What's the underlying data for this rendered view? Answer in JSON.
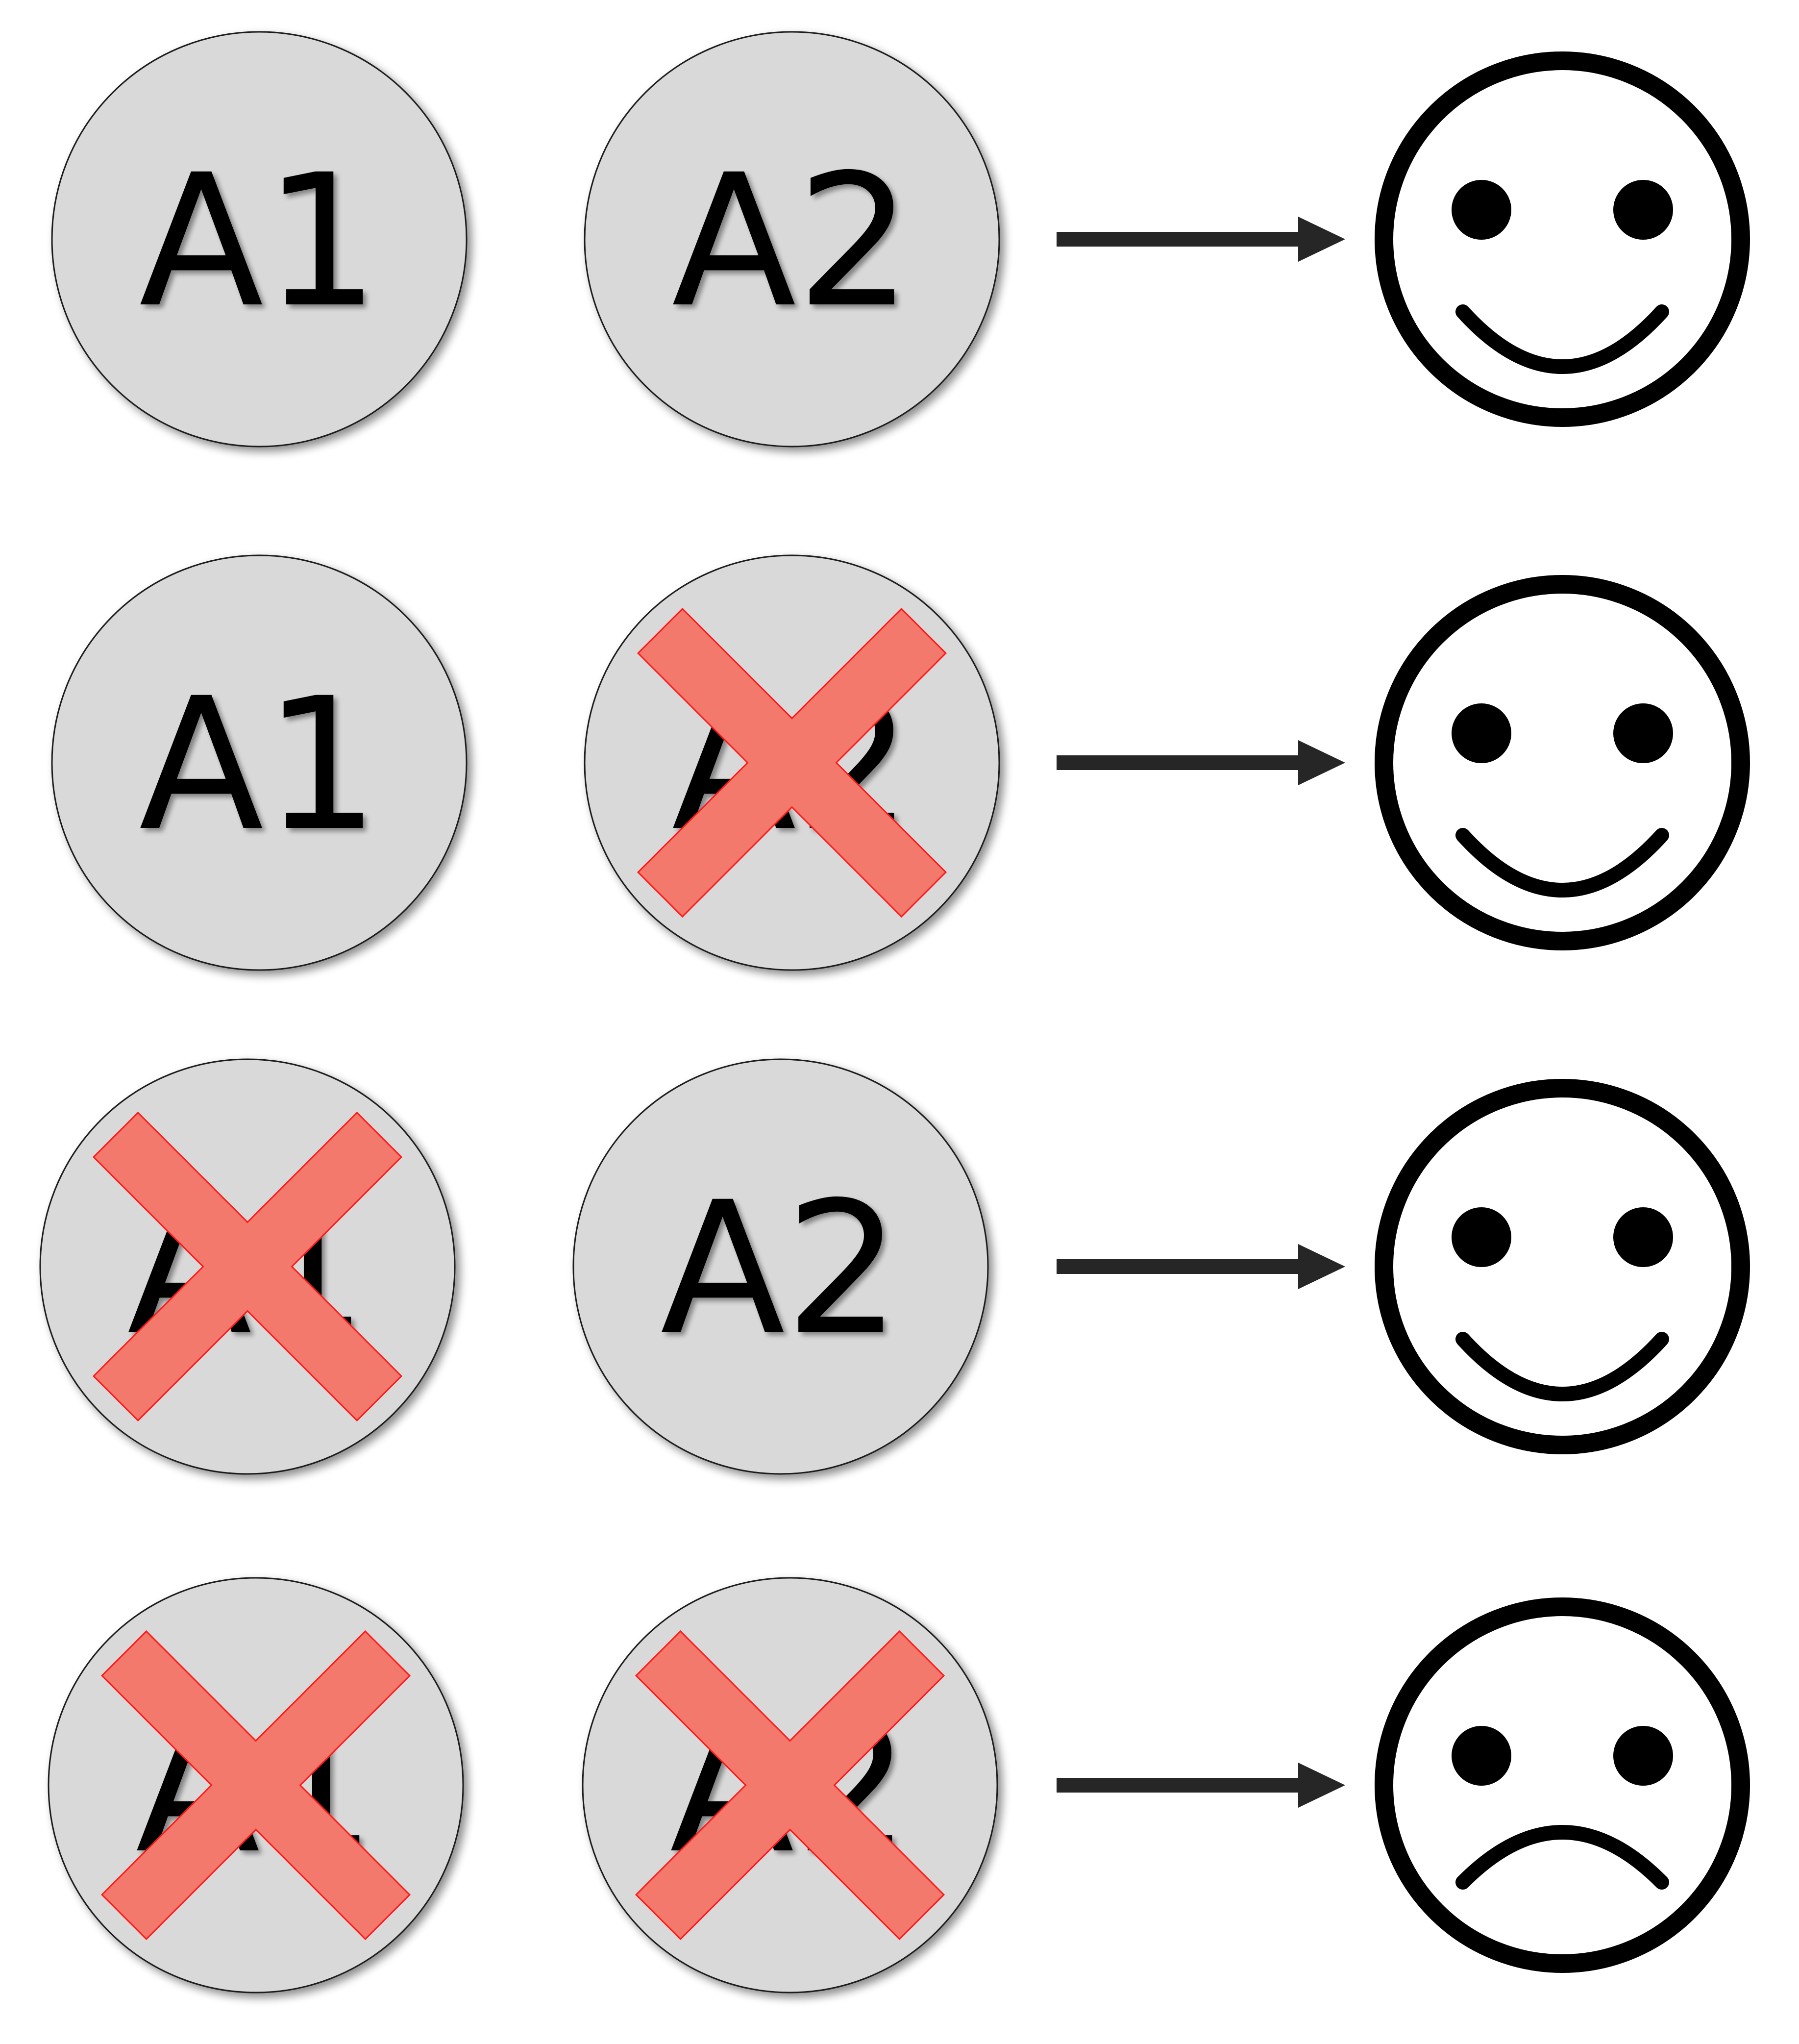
{
  "colors": {
    "background": "#ffffff",
    "node_fill": "#d9d9d9",
    "node_stroke": "#1a1a1a",
    "cross_fill": "#f4796d",
    "cross_stroke": "#ff1a1a",
    "arrow": "#262626",
    "face": "#000000"
  },
  "rows": [
    {
      "nodes": [
        {
          "label": "A1",
          "disabled": false
        },
        {
          "label": "A2",
          "disabled": false
        }
      ],
      "outcome": "happy",
      "outcome_icon": "smiley-face-icon"
    },
    {
      "nodes": [
        {
          "label": "A1",
          "disabled": false
        },
        {
          "label": "A2",
          "disabled": true
        }
      ],
      "outcome": "happy",
      "outcome_icon": "smiley-face-icon"
    },
    {
      "nodes": [
        {
          "label": "A1",
          "disabled": true
        },
        {
          "label": "A2",
          "disabled": false
        }
      ],
      "outcome": "happy",
      "outcome_icon": "smiley-face-icon"
    },
    {
      "nodes": [
        {
          "label": "A1",
          "disabled": true
        },
        {
          "label": "A2",
          "disabled": true
        }
      ],
      "outcome": "sad",
      "outcome_icon": "sad-face-icon"
    }
  ]
}
